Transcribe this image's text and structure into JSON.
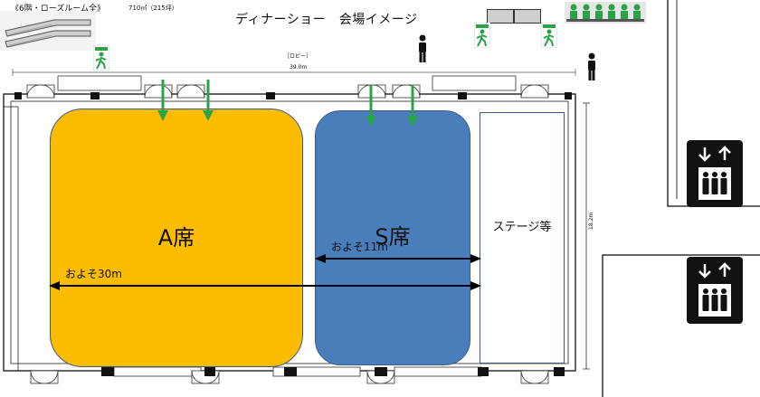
{
  "header": {
    "floor_title": "《6階・ローズルーム全》",
    "area": "710㎡（215坪）",
    "title": "ディナーショー　会場イメージ"
  },
  "lobby_label": "［ロビー］",
  "dimensions": {
    "width_total": "39.0m",
    "depth_total": "18.2m",
    "approx_30": "およそ30m",
    "approx_11": "およそ11m"
  },
  "zones": {
    "a_seats": "A席",
    "s_seats": "S席",
    "stage": "ステージ等"
  },
  "colors": {
    "a_seats": "#FDBC00",
    "s_seats": "#4A7EBB",
    "arrow": "#2AA248",
    "zone_border": "#3C5A8A"
  },
  "icons": [
    "elevator-icon",
    "elevator-icon",
    "emergency-exit-icon",
    "person-icon",
    "bench-icon"
  ]
}
